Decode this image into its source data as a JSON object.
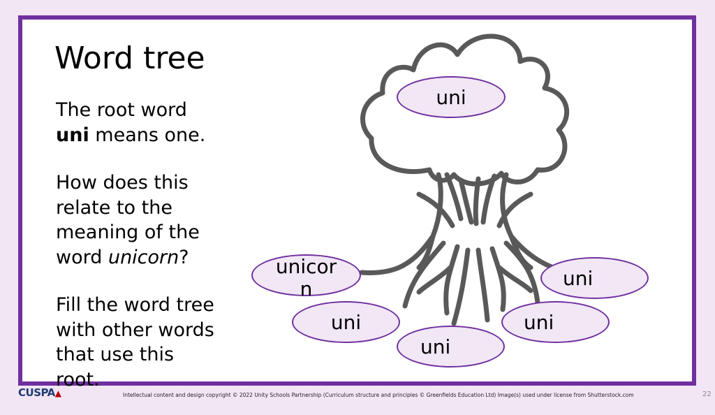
{
  "slide": {
    "title": "Word tree",
    "para1": {
      "pre": "The root word ",
      "bold": "uni",
      "post": " means one."
    },
    "para2": {
      "pre": "How does this relate to the meaning of the word ",
      "italic": "unicorn",
      "post": "?"
    },
    "para3": "Fill the word tree with other words that use this root."
  },
  "tree": {
    "top_oval": "uni",
    "root_ovals": {
      "left": "unicorn",
      "lower_left": "uni",
      "bottom_center": "uni",
      "lower_right": "uni",
      "right": "uni"
    }
  },
  "footer": {
    "logo": "CUSPA",
    "copyright": "Intellectual content and design copyright © 2022 Unity Schools Partnership (Curriculum structure and principles © Greenfields Education Ltd)  Image(s) used under license from Shutterstock.com",
    "page_number": "22"
  },
  "colors": {
    "accent": "#7030a0",
    "oval_fill": "#f1e7f5",
    "tree_stroke": "#595959",
    "background": "#f2e6f4"
  }
}
